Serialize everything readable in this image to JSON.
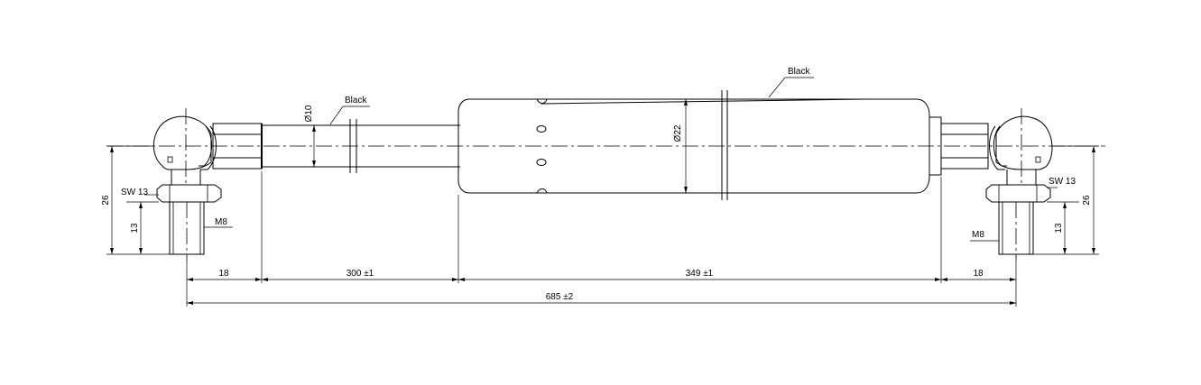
{
  "labels": {
    "rod_color": "Black",
    "body_color": "Black",
    "rod_diameter": "Ø10",
    "body_diameter": "Ø22",
    "left_wrench": "SW 13",
    "right_wrench": "SW 13",
    "left_thread": "M8",
    "right_thread": "M8",
    "left_height_total": "26",
    "left_height_thread": "13",
    "right_height_total": "26",
    "right_height_thread": "13"
  },
  "dimensions": {
    "left_end": "18",
    "rod_length": "300 ±1",
    "body_length": "349 ±1",
    "right_end": "18",
    "overall": "685 ±2"
  }
}
